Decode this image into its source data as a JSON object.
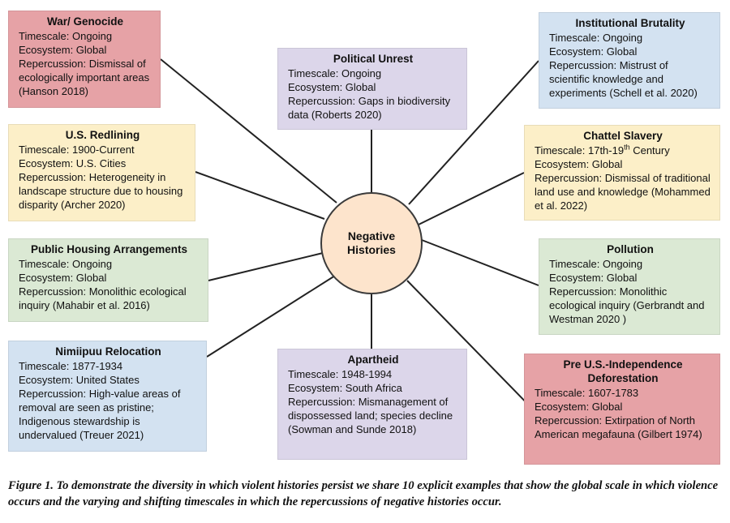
{
  "center": {
    "line1": "Negative",
    "line2": "Histories"
  },
  "boxes": {
    "war": {
      "title": "War/ Genocide",
      "timescale": "Timescale: Ongoing",
      "ecosystem": "Ecosystem: Global",
      "repercussion": "Repercussion: Dismissal of ecologically important areas (Hanson 2018)",
      "color": "#e6a2a6"
    },
    "political": {
      "title": "Political Unrest",
      "timescale": "Timescale: Ongoing",
      "ecosystem": "Ecosystem: Global",
      "repercussion": "Repercussion: Gaps in biodiversity data (Roberts 2020)",
      "color": "#dcd6ea"
    },
    "institutional": {
      "title": "Institutional Brutality",
      "timescale": "Timescale: Ongoing",
      "ecosystem": "Ecosystem: Global",
      "repercussion": "Repercussion: Mistrust of scientific knowledge and experiments (Schell et al. 2020)",
      "color": "#d3e2f1"
    },
    "redlining": {
      "title": "U.S. Redlining",
      "timescale": "Timescale: 1900-Current",
      "ecosystem": "Ecosystem: U.S. Cities",
      "repercussion": "Repercussion: Heterogeneity in landscape structure due to housing disparity (Archer 2020)",
      "color": "#fcefc8"
    },
    "slavery": {
      "title": "Chattel Slavery",
      "timescale_pre": "Timescale: 17th-19",
      "timescale_sup": "th",
      "timescale_post": " Century",
      "ecosystem": "Ecosystem: Global",
      "repercussion": "Repercussion: Dismissal of traditional land use and knowledge (Mohammed et al. 2022)",
      "color": "#fcefc8"
    },
    "housing": {
      "title": "Public Housing Arrangements",
      "timescale": "Timescale: Ongoing",
      "ecosystem": "Ecosystem: Global",
      "repercussion": "Repercussion: Monolithic ecological inquiry (Mahabir et al. 2016)",
      "color": "#dbe9d4"
    },
    "pollution": {
      "title": "Pollution",
      "timescale": "Timescale: Ongoing",
      "ecosystem": "Ecosystem: Global",
      "repercussion": "Repercussion: Monolithic ecological inquiry (Gerbrandt and Westman 2020 )",
      "color": "#dbe9d4"
    },
    "nimiipuu": {
      "title": "Nimiipuu Relocation",
      "timescale": "Timescale: 1877-1934",
      "ecosystem": "Ecosystem: United States",
      "repercussion": "Repercussion: High-value areas of removal are seen as pristine; Indigenous stewardship is undervalued (Treuer 2021)",
      "color": "#d3e2f1"
    },
    "apartheid": {
      "title": "Apartheid",
      "timescale": "Timescale: 1948-1994",
      "ecosystem": "Ecosystem: South Africa",
      "repercussion": "Repercussion: Mismanagement of dispossessed land; species decline (Sowman and Sunde 2018)",
      "color": "#dcd6ea"
    },
    "deforestation": {
      "title1": "Pre U.S.-Independence",
      "title2": "Deforestation",
      "timescale": "Timescale: 1607-1783",
      "ecosystem": "Ecosystem: Global",
      "repercussion": "Repercussion: Extirpation of North American megafauna (Gilbert 1974)",
      "color": "#e6a2a6"
    }
  },
  "caption": "Figure 1. To demonstrate the diversity in which violent histories persist we share 10 explicit examples that show the global scale in which violence occurs and the varying and shifting timescales in which the repercussions of negative histories occur."
}
